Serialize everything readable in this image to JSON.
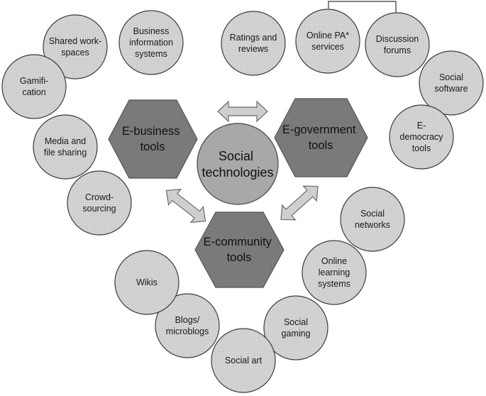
{
  "center": {
    "lines": [
      "Social",
      "technologies"
    ]
  },
  "hexagons": [
    {
      "id": "ebusiness",
      "lines": [
        "E-business",
        "tools"
      ]
    },
    {
      "id": "egovernment",
      "lines": [
        "E-government",
        "tools"
      ]
    },
    {
      "id": "ecommunity",
      "lines": [
        "E-community",
        "tools"
      ]
    }
  ],
  "ebusiness_tools": [
    {
      "id": "shared-workspaces",
      "lines": [
        "Shared work-",
        "spaces"
      ]
    },
    {
      "id": "business-information-systems",
      "lines": [
        "Business",
        "information",
        "systems"
      ]
    },
    {
      "id": "gamification",
      "lines": [
        "Gamifi-",
        "cation"
      ]
    },
    {
      "id": "media-file-sharing",
      "lines": [
        "Media and",
        "file sharing"
      ]
    },
    {
      "id": "crowdsourcing",
      "lines": [
        "Crowd-",
        "sourcing"
      ]
    }
  ],
  "egovernment_tools": [
    {
      "id": "ratings-reviews",
      "lines": [
        "Ratings and",
        "reviews"
      ]
    },
    {
      "id": "online-pa-services",
      "lines": [
        "Online PA*",
        "services"
      ]
    },
    {
      "id": "discussion-forums",
      "lines": [
        "Discussion",
        "forums"
      ]
    },
    {
      "id": "social-software",
      "lines": [
        "Social",
        "software"
      ]
    },
    {
      "id": "e-democracy-tools",
      "lines": [
        "E-",
        "democracy",
        "tools"
      ]
    }
  ],
  "ecommunity_tools": [
    {
      "id": "social-networks",
      "lines": [
        "Social",
        "networks"
      ]
    },
    {
      "id": "online-learning-systems",
      "lines": [
        "Online",
        "learning",
        "systems"
      ]
    },
    {
      "id": "social-gaming",
      "lines": [
        "Social",
        "gaming"
      ]
    },
    {
      "id": "social-art",
      "lines": [
        "Social art"
      ]
    },
    {
      "id": "blogs-microblogs",
      "lines": [
        "Blogs/",
        "microblogs"
      ]
    },
    {
      "id": "wikis",
      "lines": [
        "Wikis"
      ]
    }
  ]
}
